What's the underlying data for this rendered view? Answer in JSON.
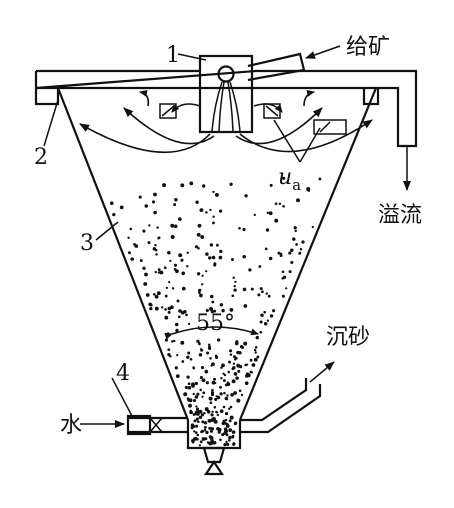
{
  "labels": {
    "num1": "1",
    "num2": "2",
    "num3": "3",
    "num4": "4",
    "feed": "给矿",
    "overflow": "溢流",
    "sand": "沉砂",
    "water": "水",
    "velocity_main": "u",
    "velocity_sub": "a",
    "angle": "55°"
  }
}
